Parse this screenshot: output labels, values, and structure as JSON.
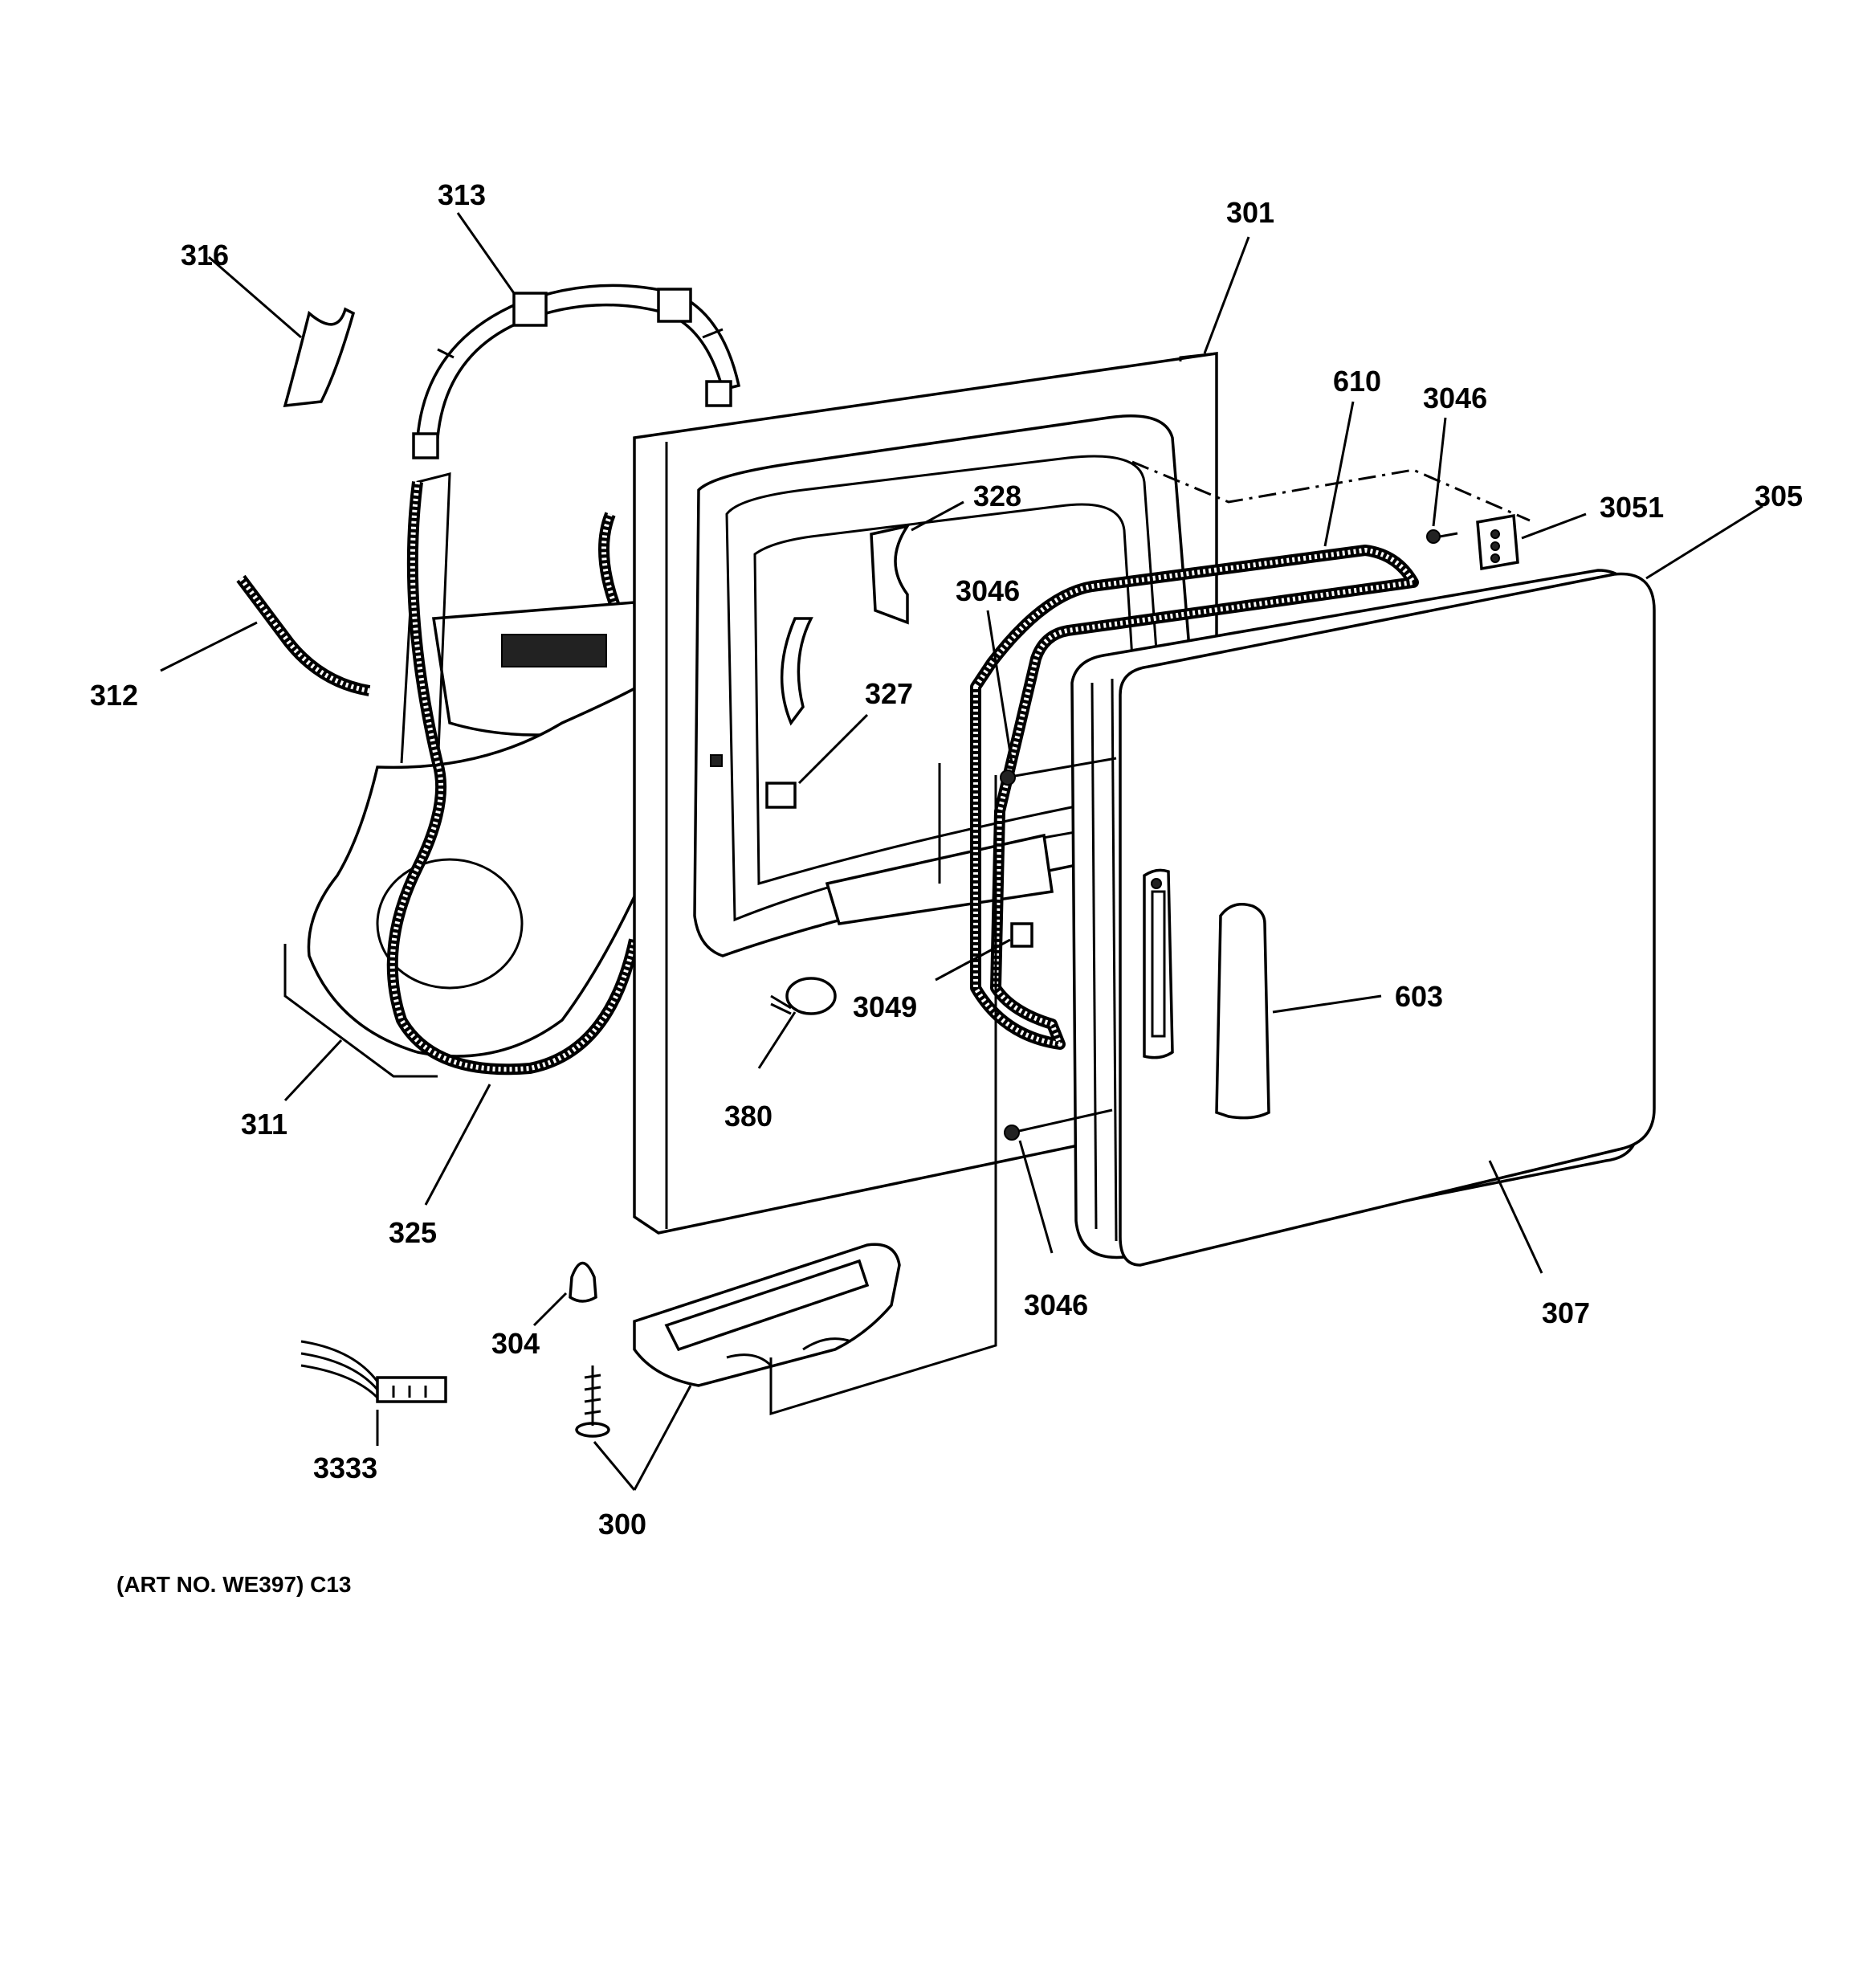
{
  "labels": {
    "l316": "316",
    "l313": "313",
    "l301": "301",
    "l610": "610",
    "l3046a": "3046",
    "l3051": "3051",
    "l305": "305",
    "l328": "328",
    "l3046b": "3046",
    "l312": "312",
    "l327": "327",
    "l3049": "3049",
    "l603": "603",
    "l380": "380",
    "l311": "311",
    "l325": "325",
    "l3046c": "3046",
    "l307": "307",
    "l304": "304",
    "l3333": "3333",
    "l300": "300"
  },
  "caption": "(ART NO. WE397) C13"
}
